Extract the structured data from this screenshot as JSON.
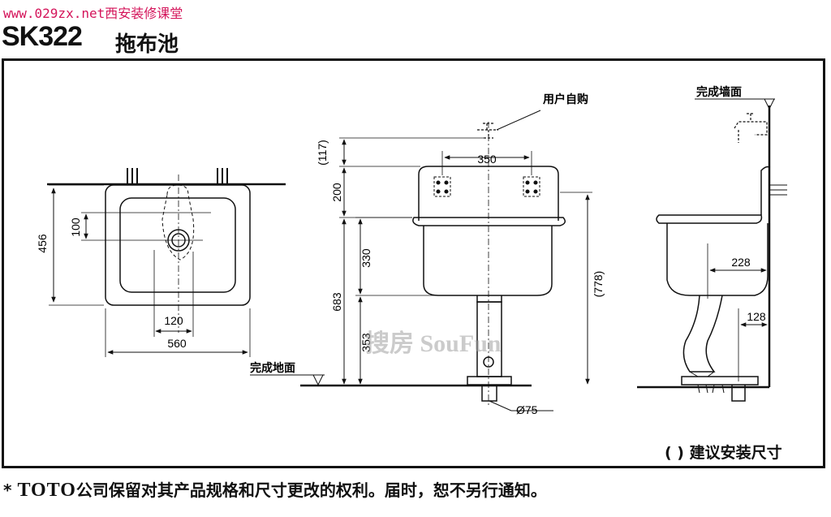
{
  "header": {
    "url": "www.029zx.net西安装修课堂",
    "model": "SK322",
    "product_name": "拖布池"
  },
  "labels": {
    "user_purchase": "用户自购",
    "finished_wall": "完成墙面",
    "finished_floor": "完成地面",
    "suggested_note": "( ) 建议安装尺寸"
  },
  "dimensions": {
    "top_height": "456",
    "top_offset": "100",
    "top_drain": "120",
    "top_width": "560",
    "front_top": "(117)",
    "front_spacing": "350",
    "front_200": "200",
    "front_330": "330",
    "front_683": "683",
    "front_353": "353",
    "front_778": "(778)",
    "front_drain": "Ø75",
    "side_228": "228",
    "side_128": "128"
  },
  "footer": {
    "prefix": "*",
    "brand": "TOTO",
    "text": "公司保留对其产品规格和尺寸更改的权利。届时，恕不另行通知。"
  },
  "watermark": "搜房 SouFun"
}
